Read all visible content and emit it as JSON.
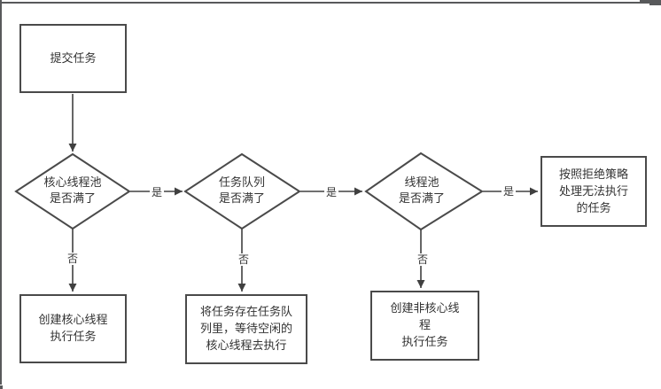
{
  "diagram": {
    "kind": "flowchart",
    "language": "zh-CN",
    "topic": "thread-pool task submission flow",
    "nodes": {
      "submit": {
        "type": "process",
        "label": "提交任务"
      },
      "core_full": {
        "type": "decision",
        "label": "核心线程池\n是否满了"
      },
      "queue_full": {
        "type": "decision",
        "label": "任务队列\n是否满了"
      },
      "pool_full": {
        "type": "decision",
        "label": "线程池\n是否满了"
      },
      "create_core": {
        "type": "process",
        "label": "创建核心线程\n执行任务"
      },
      "store_in_queue": {
        "type": "process",
        "label": "将任务存在任务队\n列里，等待空闲的\n核心线程去执行"
      },
      "create_noncore": {
        "type": "process",
        "label": "创建非核心线\n程\n执行任务"
      },
      "reject_policy": {
        "type": "process",
        "label": "按照拒绝策略\n处理无法执行\n的任务"
      }
    },
    "edge_labels": {
      "yes": "是",
      "no": "否"
    },
    "edges": [
      {
        "from": "submit",
        "to": "core_full",
        "label": ""
      },
      {
        "from": "core_full",
        "to": "queue_full",
        "label": "是"
      },
      {
        "from": "core_full",
        "to": "create_core",
        "label": "否"
      },
      {
        "from": "queue_full",
        "to": "pool_full",
        "label": "是"
      },
      {
        "from": "queue_full",
        "to": "store_in_queue",
        "label": "否"
      },
      {
        "from": "pool_full",
        "to": "reject_policy",
        "label": "是"
      },
      {
        "from": "pool_full",
        "to": "create_noncore",
        "label": "否"
      }
    ],
    "colors": {
      "background": "#ffffff",
      "shape_border": "#4a4a4a",
      "connector": "#404040",
      "text": "#333333",
      "frame": "#58595b"
    }
  }
}
